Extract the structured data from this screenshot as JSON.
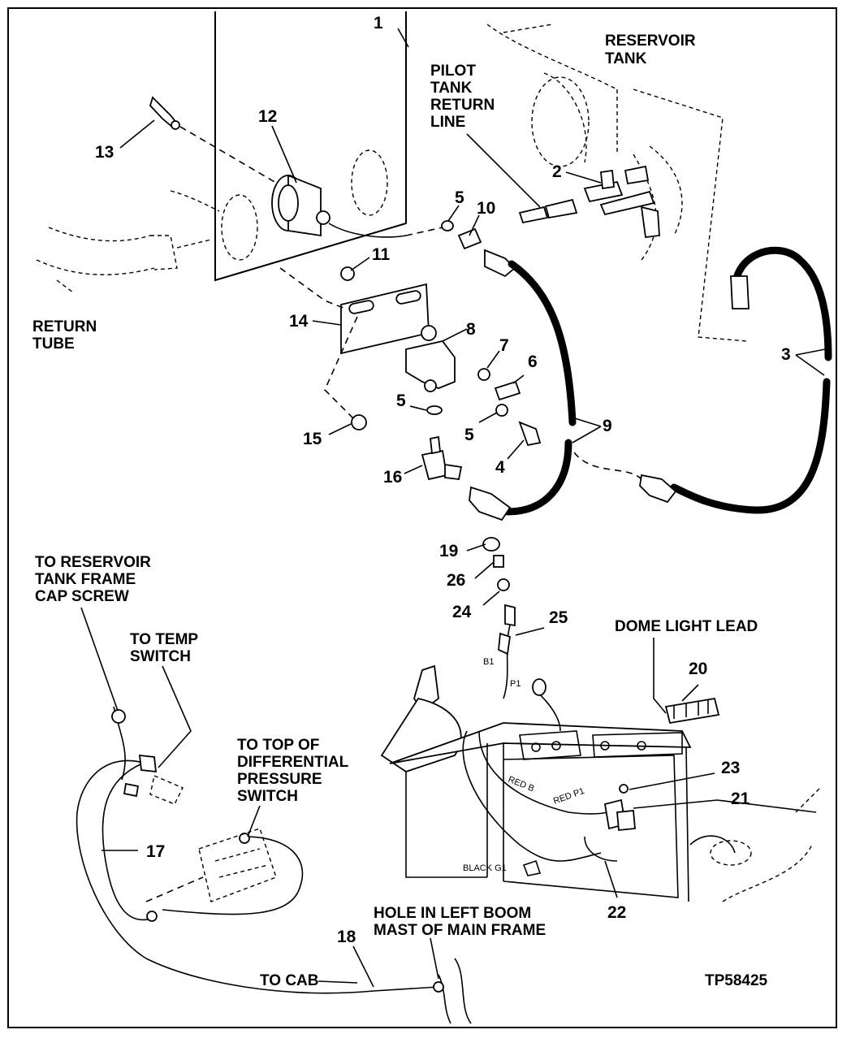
{
  "figure_id": "TP58425",
  "labels": {
    "reservoir_tank": [
      "RESERVOIR",
      "TANK"
    ],
    "pilot_return_line": [
      "PILOT",
      "TANK",
      "RETURN",
      "LINE"
    ],
    "return_tube": [
      "RETURN",
      "TUBE"
    ],
    "to_reservoir_frame": [
      "TO RESERVOIR",
      "TANK FRAME",
      "CAP SCREW"
    ],
    "to_temp_switch": [
      "TO TEMP",
      "SWITCH"
    ],
    "to_diff_switch": [
      "TO TOP OF",
      "DIFFERENTIAL",
      "PRESSURE",
      "SWITCH"
    ],
    "hole_left_boom": [
      "HOLE IN LEFT BOOM",
      "MAST OF MAIN FRAME"
    ],
    "dome_light_lead": "DOME LIGHT LEAD",
    "to_cab": "TO CAB",
    "wire_b1": "B1",
    "wire_p1": "P1",
    "wire_red_b": "RED B",
    "wire_red_p1": "RED P1",
    "wire_black_g1": "BLACK G1"
  },
  "callouts": {
    "c1": "1",
    "c2": "2",
    "c3": "3",
    "c4": "4",
    "c5a": "5",
    "c5b": "5",
    "c5c": "5",
    "c6": "6",
    "c7": "7",
    "c8": "8",
    "c9": "9",
    "c10": "10",
    "c11": "11",
    "c12": "12",
    "c13": "13",
    "c14": "14",
    "c15": "15",
    "c16": "16",
    "c17": "17",
    "c18": "18",
    "c19": "19",
    "c20": "20",
    "c21": "21",
    "c22": "22",
    "c23": "23",
    "c24": "24",
    "c25": "25",
    "c26": "26"
  }
}
